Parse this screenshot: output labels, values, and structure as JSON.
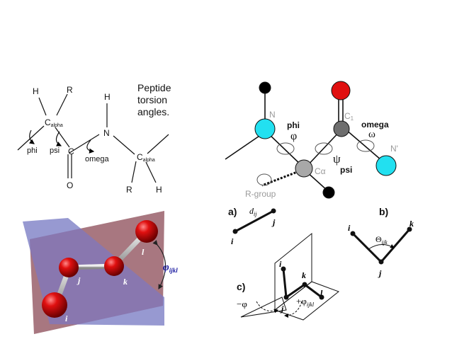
{
  "top_left": {
    "title_line1": "Peptide",
    "title_line2": "torsion",
    "title_line3": "angles.",
    "h_top1": "H",
    "r_top": "R",
    "h_top2": "H",
    "ca1_main": "C",
    "ca1_sub": "alpha",
    "c_label": "C",
    "n_label": "N",
    "o_label": "O",
    "ca2_main": "C",
    "ca2_sub": "alpha",
    "r_bottom": "R",
    "h_bottom": "H",
    "phi": "phi",
    "psi": "psi",
    "omega": "omega"
  },
  "top_right": {
    "n_label": "N",
    "c_label": "C",
    "c_sub": "1",
    "ca_label": "Cα",
    "n_prime": "N'",
    "phi": "phi",
    "phi_symbol": "φ",
    "psi": "psi",
    "psi_symbol": "ψ",
    "omega": "omega",
    "omega_symbol": "ω",
    "r_group": "R-group",
    "colors": {
      "nitrogen": "#22e0f0",
      "oxygen": "#e01010",
      "carbon": "#9a9a9a",
      "hydrogen": "#000000"
    }
  },
  "bottom_left": {
    "atom_i_bottom": "i",
    "atom_j": "j",
    "atom_k": "k",
    "atom_l": "l",
    "phi_label": "φ",
    "phi_sub": "ijkl",
    "colors": {
      "plane1": "#a4695e",
      "plane2": "#7d80c6",
      "atom": "#d40000"
    }
  },
  "bottom_right": {
    "a_label": "a)",
    "b_label": "b)",
    "c_label": "c)",
    "a_i": "i",
    "a_j": "j",
    "a_dist": "d",
    "a_dist_sub": "ij",
    "b_i": "i",
    "b_j": "j",
    "b_k": "k",
    "b_theta": "Θ",
    "b_theta_sub": "ijk",
    "c_i": "i",
    "c_j": "j",
    "c_k": "k",
    "c_l": "l",
    "c_minus_phi": "−φ",
    "c_plus_phi": "+φ",
    "c_plus_phi_sub": "ijkl"
  }
}
